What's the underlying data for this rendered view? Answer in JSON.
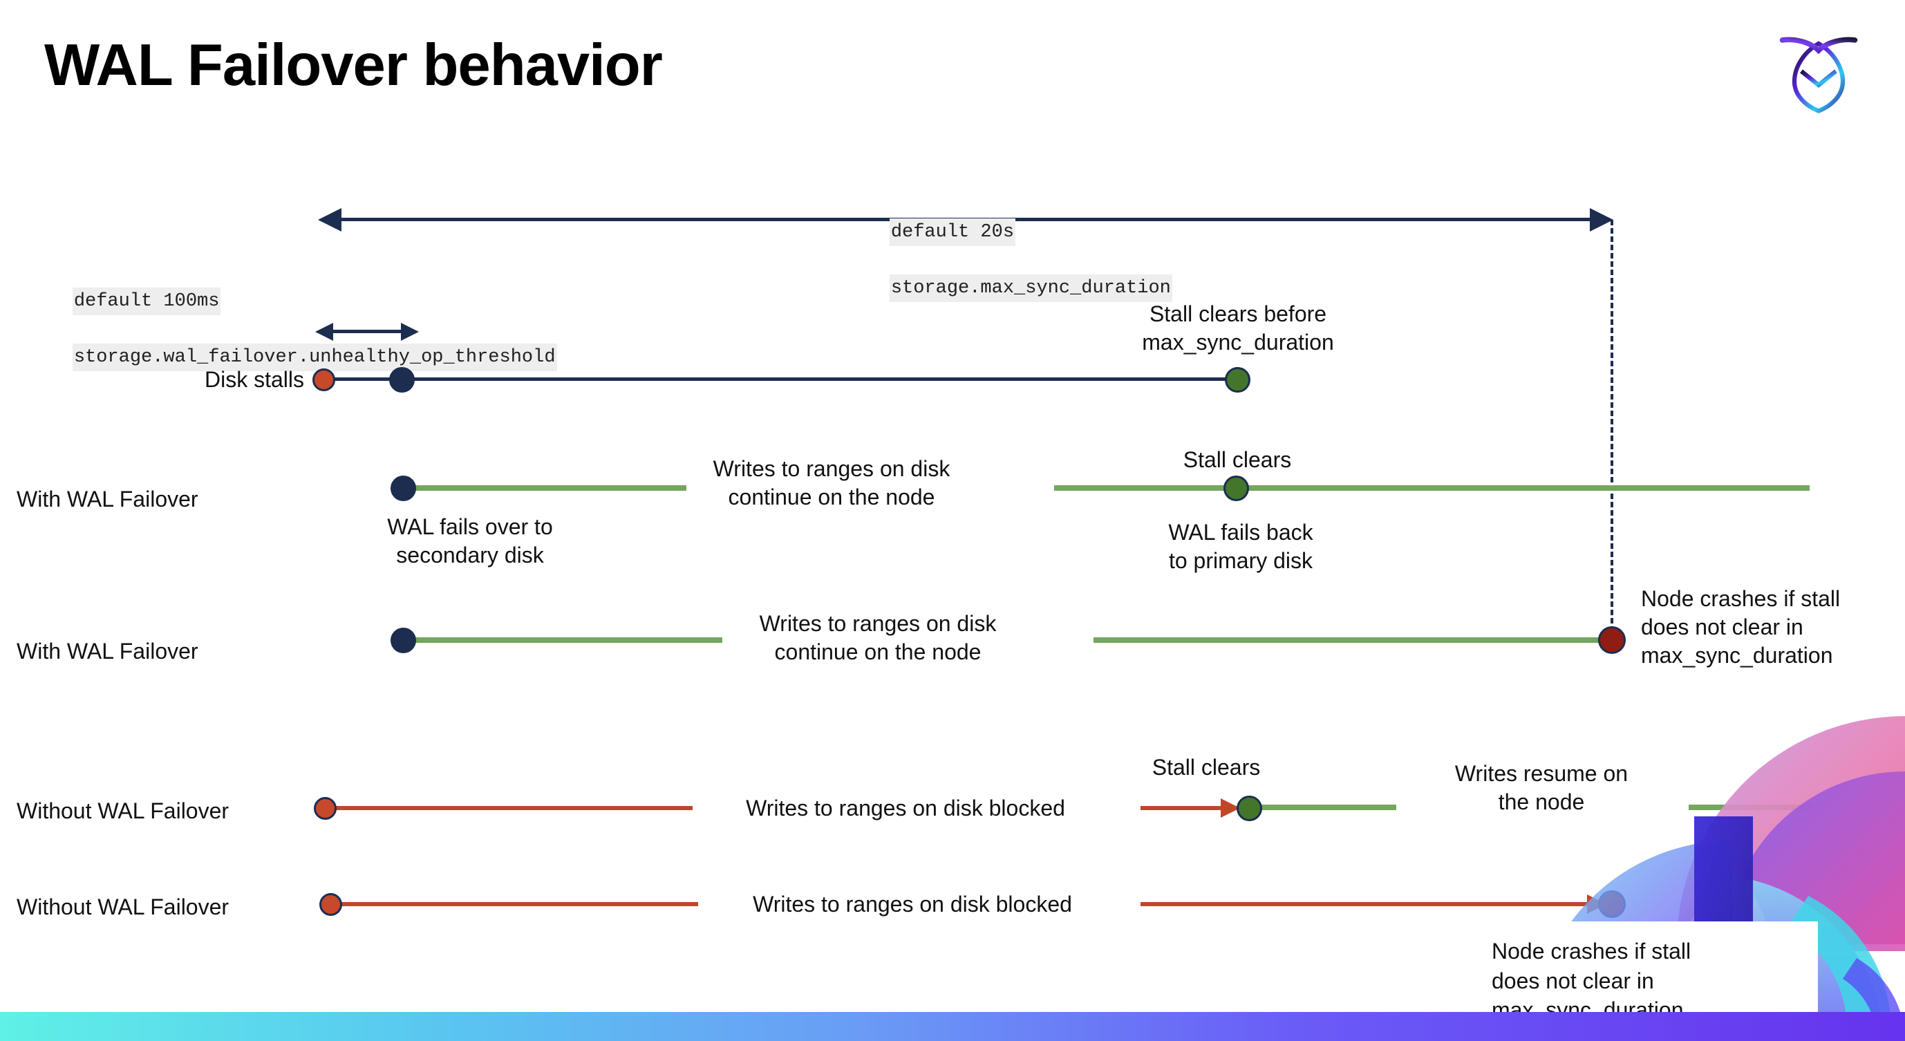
{
  "slide": {
    "title": "WAL Failover behavior",
    "logo_name": "cockroachdb-logo"
  },
  "settings": [
    {
      "id": "max-sync-duration",
      "default_label": "default 20s",
      "setting_label": "storage.max_sync_duration"
    },
    {
      "id": "unhealthy-op-threshold",
      "default_label": "default 100ms",
      "setting_label": "storage.wal_failover.unhealthy_op_threshold"
    }
  ],
  "rows": [
    {
      "id": "disk-stalls",
      "label": "Disk stalls",
      "annotations": [
        "Stall clears before\nmax_sync_duration"
      ]
    },
    {
      "id": "with-wal-failover-recovers",
      "label": "With WAL Failover",
      "annotations": [
        "WAL fails over to\nsecondary disk",
        "Writes to ranges on disk\ncontinue on the node",
        "Stall clears",
        "WAL fails  back\nto primary disk"
      ]
    },
    {
      "id": "with-wal-failover-crashes",
      "label": "With WAL Failover",
      "annotations": [
        "Writes to ranges on disk\ncontinue on the node",
        "Node crashes if stall\ndoes not clear in\nmax_sync_duration"
      ]
    },
    {
      "id": "without-wal-failover-recovers",
      "label": "Without WAL Failover",
      "annotations": [
        "Writes to ranges on disk  blocked",
        "Stall clears",
        "Writes resume on\nthe node"
      ]
    },
    {
      "id": "without-wal-failover-crashes",
      "label": "Without WAL Failover",
      "annotations": [
        "Writes to ranges on disk  blocked",
        "Node crashes if stall\ndoes not clear in\nmax_sync_duration"
      ]
    }
  ],
  "markers": {
    "stall-start": "stall-start-marker",
    "failover-point": "failover-point-marker",
    "stall-clear": "stall-clear-marker",
    "node-crash": "node-crash-marker"
  },
  "colors": {
    "navy": "#1d2d50",
    "green_line": "#74a65d",
    "green_dot": "#43762b",
    "red_line": "#c0462a",
    "red_dot": "#c6492c",
    "crash_dot": "#8f1d13",
    "code_chip_bg": "#eeeeee"
  }
}
